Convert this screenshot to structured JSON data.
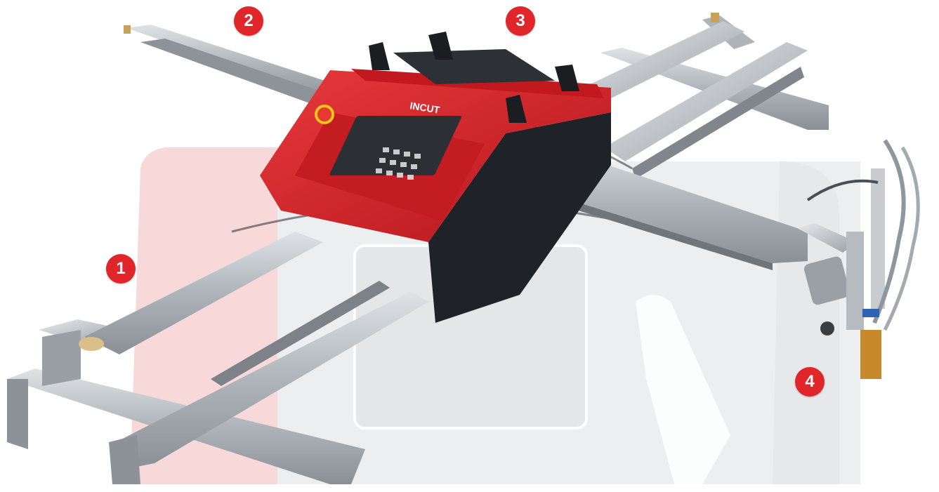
{
  "callouts": [
    {
      "label": "1"
    },
    {
      "label": "2"
    },
    {
      "label": "3"
    },
    {
      "label": "4"
    }
  ],
  "machine": {
    "brand_label": "INCUT"
  },
  "colors": {
    "callout_red": "#e0262b",
    "machine_red": "#d8232a",
    "aluminum": "#b9bec3",
    "watermark_red": "#f7d9da",
    "watermark_gray": "#eceeef"
  }
}
